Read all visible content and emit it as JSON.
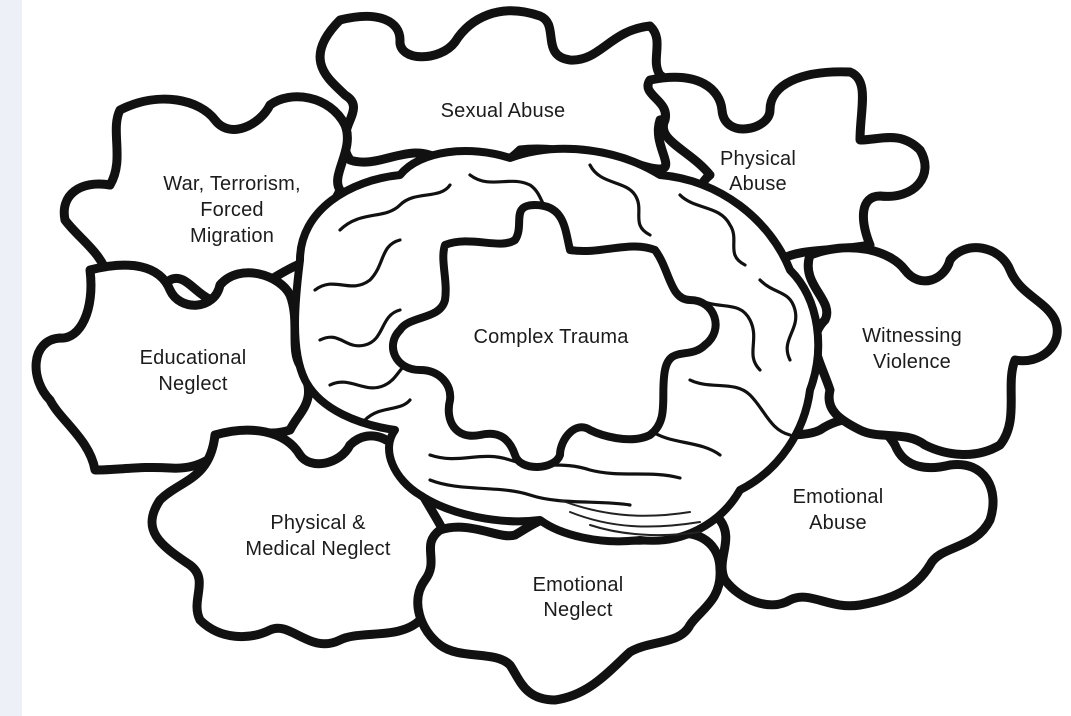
{
  "pieces": [
    {
      "id": "war-terrorism-forced-migration",
      "lines": [
        "War, Terrorism,",
        "Forced",
        "Migration"
      ]
    },
    {
      "id": "sexual-abuse",
      "lines": [
        "Sexual Abuse"
      ]
    },
    {
      "id": "physical-abuse",
      "lines": [
        "Physical",
        "Abuse"
      ]
    },
    {
      "id": "educational-neglect",
      "lines": [
        "Educational",
        "Neglect"
      ]
    },
    {
      "id": "witnessing-violence",
      "lines": [
        "Witnessing",
        "Violence"
      ]
    },
    {
      "id": "physical-medical-neglect",
      "lines": [
        "Physical &",
        "Medical Neglect"
      ]
    },
    {
      "id": "emotional-abuse",
      "lines": [
        "Emotional",
        "Abuse"
      ]
    },
    {
      "id": "emotional-neglect",
      "lines": [
        "Emotional",
        "Neglect"
      ]
    }
  ],
  "center": {
    "id": "complex-trauma",
    "lines": [
      "Complex Trauma"
    ]
  },
  "colors": {
    "outline": "#111111",
    "fill": "#ffffff",
    "page": "#eef0f8"
  }
}
